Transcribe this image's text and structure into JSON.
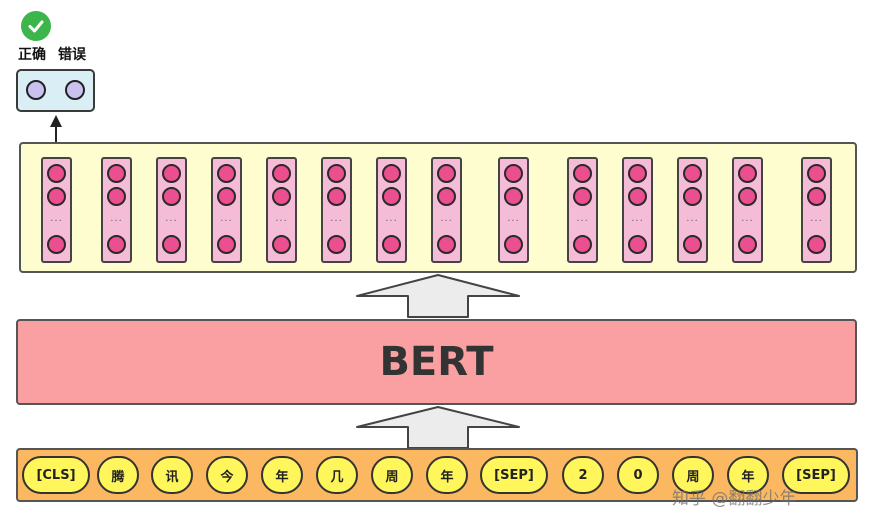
{
  "output": {
    "labels": [
      "正确",
      "错误"
    ],
    "check_icon": "check-circle-icon",
    "check_color": "#3cb54a"
  },
  "model": {
    "name": "BERT"
  },
  "tokens": [
    "[CLS]",
    "腾",
    "讯",
    "今",
    "年",
    "几",
    "周",
    "年",
    "[SEP]",
    "2",
    "0",
    "周",
    "年",
    "[SEP]"
  ],
  "watermark": "知乎 @翻翻少年",
  "colors": {
    "output_box": "#d9eef5",
    "output_circle": "#c9c2f0",
    "hidden_panel": "#fdfdd0",
    "hidden_vector": "#f4bcd6",
    "hidden_unit": "#ec4f8f",
    "bert_box": "#fba0a2",
    "token_panel": "#fbb860",
    "token": "#fef65a",
    "arrow": "#ececec"
  }
}
